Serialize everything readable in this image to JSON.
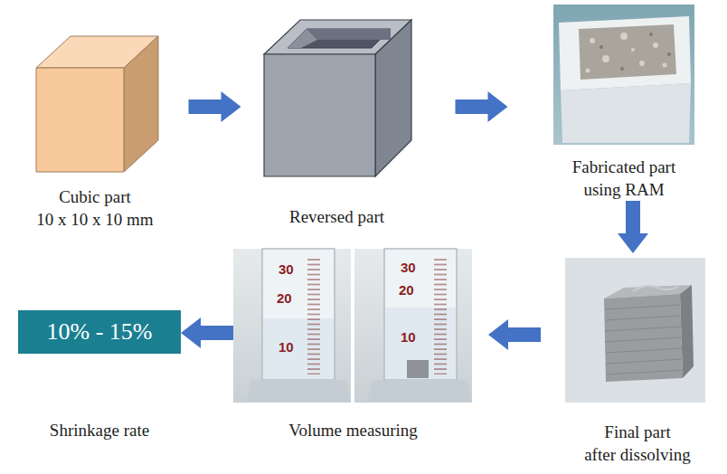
{
  "diagram": {
    "nodes": [
      {
        "text": [
          "Cubic part",
          "10 x 10 x 10 mm"
        ]
      },
      {
        "text": [
          "Reversed part"
        ]
      },
      {
        "text": [
          "Fabricated part",
          "using RAM"
        ]
      },
      {
        "text": [
          "Final part",
          "after dissolving"
        ]
      },
      {
        "text": [
          "Volume measuring"
        ]
      },
      {
        "text": [
          "10% - 15%"
        ]
      }
    ],
    "edges": [
      {
        "from": 0,
        "to": 1,
        "arrow": "to"
      },
      {
        "from": 1,
        "to": 2,
        "arrow": "to"
      },
      {
        "from": 2,
        "to": 3,
        "arrow": "to"
      },
      {
        "from": 3,
        "to": 4,
        "arrow": "to"
      },
      {
        "from": 4,
        "to": 5,
        "arrow": "to"
      }
    ],
    "labels": [
      "30",
      "20",
      "10",
      "30",
      "20",
      "10",
      "Shrinkage rate"
    ]
  }
}
